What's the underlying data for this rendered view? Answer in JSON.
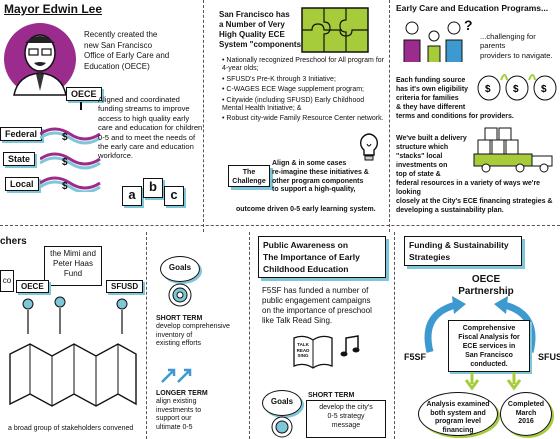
{
  "mayor": {
    "title": "Mayor Edwin Lee",
    "lines": [
      "Recently created the",
      "new San Francisco",
      "Office of Early Care and",
      "Education (OECE)"
    ]
  },
  "oece_box": {
    "label": "OECE"
  },
  "funding_levels": {
    "federal": "Federal",
    "state": "State",
    "local": "Local"
  },
  "aligned_text": [
    "Aligned and coordinated",
    "funding streams to improve",
    "access to high quality early",
    "care and education for children",
    "0-5 and to meet the needs of",
    "the early care and education",
    "workforce."
  ],
  "blocks": {
    "a": "a",
    "b": "b",
    "c": "c"
  },
  "sf_system": {
    "intro": [
      "San Francisco has",
      "a Number of Very",
      "High Quality ECE",
      "System \"components\":"
    ],
    "bullets": [
      "Nationally recognized Preschool for All program for 4-year olds;",
      "SFUSD's Pre-K through 3 Initiative;",
      "C-WAGES ECE Wage supplement program;",
      "Citywide (including SFUSD) Early Childhood Mental Health Initiative; &",
      "Robust city-wide Family Resource Center network."
    ]
  },
  "challenge": {
    "label": "The Challenge",
    "text": [
      "Align & in some cases",
      "re-imagine these initiatives &",
      "other program components",
      "to support a high-quality,",
      "outcome driven 0-5 early learning system."
    ]
  },
  "ece_programs": {
    "title": "Early Care and Education Programs...",
    "challenging": [
      "...challenging for parents",
      "providers to navigate."
    ],
    "eligibility": [
      "Each funding source",
      "has it's own eligibility",
      "criteria for families",
      "& they have different",
      "terms and conditions for providers."
    ],
    "delivery": [
      "We've built a delivery",
      "structure which",
      "\"stacks\" local",
      "investments on",
      "top of state &",
      "federal resources in a variety of ways we're looking",
      "closely at the City's ECE financing strategies &",
      "developing a sustainability plan."
    ]
  },
  "stakeholders": {
    "header": "chers",
    "mimi": [
      "the Mimi and",
      "Peter Haas",
      "Fund"
    ],
    "sfusd": "SFUSD",
    "oece": "OECE",
    "co": "co",
    "footer": "a broad group of stakeholders convened"
  },
  "goals_left": {
    "label": "Goals",
    "short_term": "SHORT TERM",
    "short_text": [
      "develop comprehensive",
      "inventory of",
      "existing efforts"
    ],
    "long_term": "LONGER TERM",
    "long_text": [
      "align existing",
      "investments to",
      "support our",
      "ultimate 0-5"
    ]
  },
  "public_awareness": {
    "title": [
      "Public Awareness on",
      "The Importance of Early",
      "Childhood Education"
    ],
    "text": [
      "F5SF has funded a number of",
      "public engagement campaigns",
      "on the importance of preschool",
      "like Talk Read Sing."
    ],
    "book_lines": [
      "TALK",
      "READ",
      "SING"
    ],
    "goals_label": "Goals",
    "short_term": "SHORT TERM",
    "short_text": [
      "develop the city's",
      "0-5 strategy",
      "message"
    ]
  },
  "funding": {
    "title": [
      "Funding & Sustainability",
      "Strategies"
    ],
    "partnership": [
      "OECE",
      "Partnership"
    ],
    "f5sf": "F5SF",
    "sfusd": "SFUS",
    "analysis": [
      "Comprehensive",
      "Fiscal Analysis for",
      "ECE services in",
      "San Francisco",
      "conducted."
    ],
    "examined": [
      "Analysis examined",
      "both system and",
      "program level financing"
    ],
    "completed": [
      "Completed",
      "March",
      "2016"
    ]
  },
  "colors": {
    "accent_teal": "#7fc6d8",
    "accent_green": "#a6cc3c",
    "accent_purple": "#9b2b8c",
    "accent_blue": "#3d9ad1"
  }
}
